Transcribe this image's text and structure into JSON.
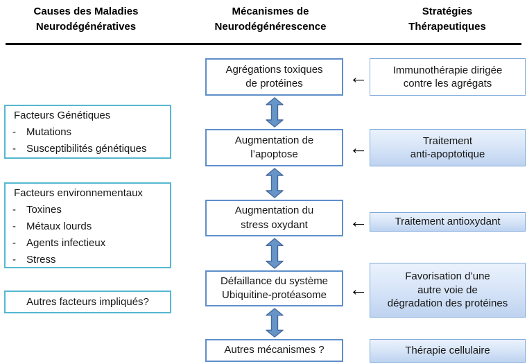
{
  "headers": {
    "causes": "Causes des Maladies\nNeurodégénératives",
    "mechanisms": "Mécanismes de\nNeurodégénérescence",
    "strategies": "Stratégies\nThérapeutiques"
  },
  "causes": {
    "genetic": {
      "title": "Facteurs Génétiques",
      "items": [
        "Mutations",
        "Susceptibilités génétiques"
      ]
    },
    "environmental": {
      "title": "Facteurs environnementaux",
      "items": [
        "Toxines",
        "Métaux lourds",
        "Agents infectieux",
        "Stress"
      ]
    },
    "other": "Autres facteurs impliqués?"
  },
  "mechanisms": [
    "Agrégations toxiques\nde protéines",
    "Augmentation de\nl’apoptose",
    "Augmentation du\nstress oxydant",
    "Défaillance du système\nUbiquitine-protéasome",
    "Autres mécanismes ?"
  ],
  "strategies": [
    "Immunothérapie dirigée\ncontre les agrégats",
    "Traitement\nanti-apoptotique",
    "Traitement antioxydant",
    "Favorisation d’une\nautre voie de\ndégradation des protéines",
    "Thérapie cellulaire"
  ],
  "glyphs": {
    "dash": "-",
    "left_arrow": "←"
  },
  "colors": {
    "cause_border": "#55b7d0",
    "mechanism_border": "#5e8fca",
    "strategy_border": "#7fa8da",
    "strategy_fill_top": "#eaf2fc",
    "strategy_fill_bottom": "#bed3f0",
    "double_arrow_fill": "#6795c8",
    "double_arrow_stroke": "#44699e",
    "divider": "#000000"
  }
}
